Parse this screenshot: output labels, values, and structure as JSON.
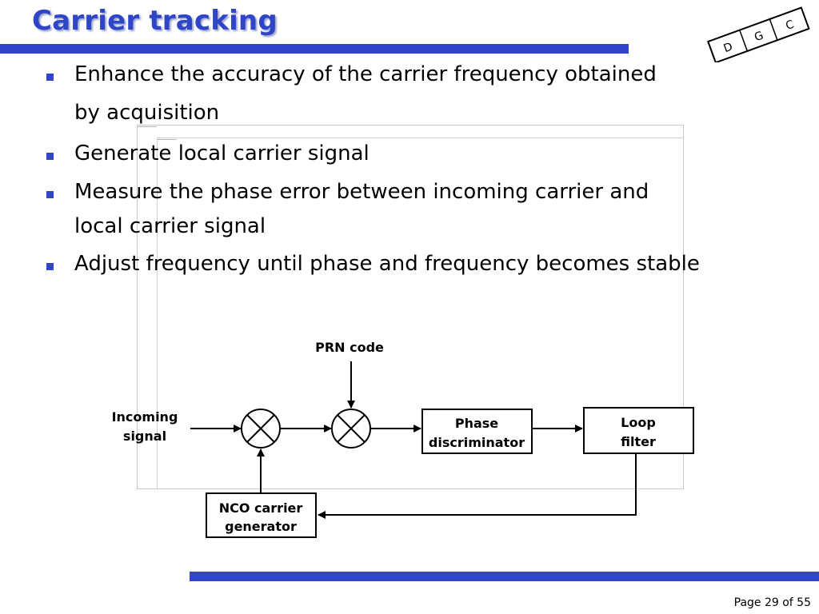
{
  "slide": {
    "title": "Carrier tracking",
    "logo_letters": [
      "D",
      "G",
      "C"
    ],
    "page_label": "Page 29 of 55"
  },
  "bullets": [
    {
      "line1": "Enhance the accuracy of the carrier frequency obtained",
      "line2": "by acquisition"
    },
    {
      "line1": "Generate local carrier signal"
    },
    {
      "line1": "Measure the phase error between incoming carrier and",
      "line2": "local carrier signal"
    },
    {
      "line1": "Adjust frequency until phase and frequency becomes stable"
    }
  ],
  "diagram": {
    "prn_code": "PRN code",
    "incoming_signal": [
      "Incoming",
      "signal"
    ],
    "phase_discriminator": [
      "Phase",
      "discriminator"
    ],
    "loop_filter": [
      "Loop",
      "filter"
    ],
    "nco_generator": [
      "NCO carrier",
      "generator"
    ]
  },
  "colors": {
    "accent": "#3344cc",
    "title": "#2f45c8"
  }
}
